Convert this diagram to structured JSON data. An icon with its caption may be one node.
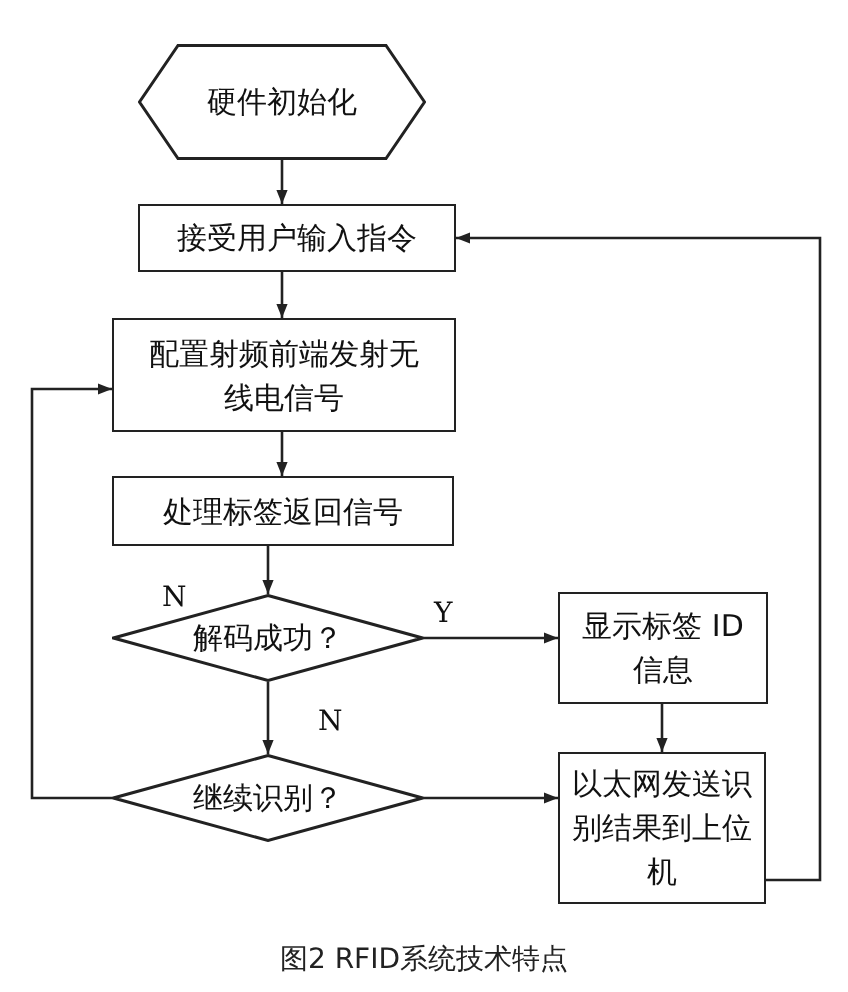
{
  "diagram": {
    "caption": "图2 RFID系统技术特点",
    "nodes": [
      {
        "text": [
          "硬件初始化"
        ]
      },
      {
        "text": [
          "接受用户输入指令"
        ]
      },
      {
        "text": [
          "配置射频前端发射无线电信号"
        ]
      },
      {
        "text": [
          "处理标签返回信号"
        ]
      },
      {
        "text": [
          "解码成功？"
        ]
      },
      {
        "text": [
          "显示标签 ID 信息"
        ]
      },
      {
        "text": [
          "继续识别？"
        ]
      },
      {
        "text": [
          "以太网发送识别结果到上位机"
        ]
      }
    ],
    "edges": [
      {
        "from": 0,
        "to": 1,
        "arrow": "to"
      },
      {
        "from": 1,
        "to": 2,
        "arrow": "to"
      },
      {
        "from": 2,
        "to": 3,
        "arrow": "to"
      },
      {
        "from": 3,
        "to": 4,
        "arrow": "to"
      },
      {
        "from": 4,
        "to": 5,
        "arrow": "to",
        "label": "Y"
      },
      {
        "from": 4,
        "to": 6,
        "arrow": "to",
        "label": "N"
      },
      {
        "from": 6,
        "to": 2,
        "arrow": "to",
        "label": "N"
      },
      {
        "from": 5,
        "to": 7,
        "arrow": "to"
      },
      {
        "from": 6,
        "to": 7,
        "arrow": "to"
      },
      {
        "from": 7,
        "to": 1,
        "arrow": "to"
      }
    ]
  }
}
